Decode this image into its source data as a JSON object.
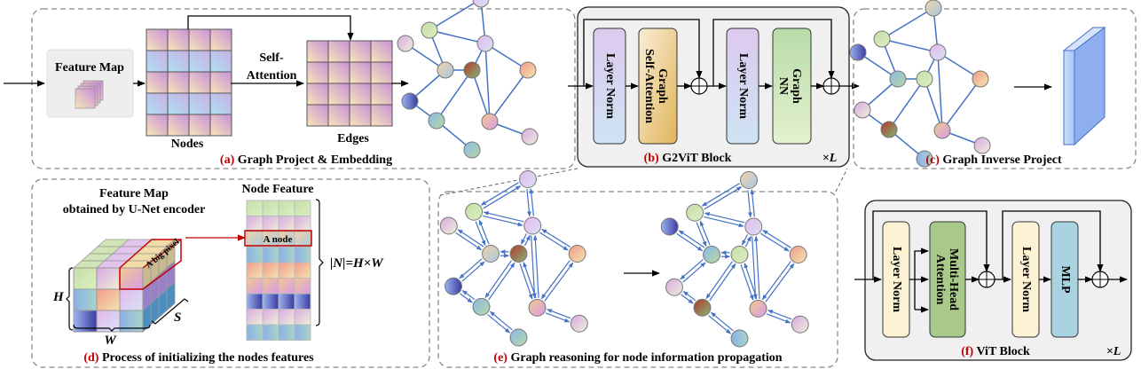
{
  "panels": {
    "a": {
      "letter": "(a)",
      "title": "Graph Project & Embedding",
      "feature_map": "Feature Map",
      "self_attention_1": "Self-",
      "self_attention_2": "Attention",
      "nodes": "Nodes",
      "edges": "Edges"
    },
    "b": {
      "letter": "(b)",
      "title": "G2ViT Block",
      "repeat": "×L",
      "blocks": [
        "Layer Norm",
        "Graph Self-Attention",
        "Layer Norm",
        "Graph NN"
      ],
      "gsa_line1": "Graph",
      "gsa_line2": "Self-Attention",
      "gnn_line1": "Graph",
      "gnn_line2": "NN"
    },
    "c": {
      "letter": "(c)",
      "title": "Graph Inverse Project"
    },
    "d": {
      "letter": "(d)",
      "title": "Process of initializing the nodes features",
      "fm_line1": "Feature Map",
      "fm_line2": "obtained by U-Net encoder",
      "node_feature": "Node Feature",
      "big_pixel": "A big pixel",
      "a_node": "A node",
      "h": "H",
      "w": "W",
      "s": "S",
      "formula": "|N|=H×W"
    },
    "e": {
      "letter": "(e)",
      "title": "Graph reasoning for node information propagation"
    },
    "f": {
      "letter": "(f)",
      "title": "ViT Block",
      "repeat": "×L",
      "blocks": [
        "Layer Norm",
        "Multi-Head Attention",
        "Layer Norm",
        "MLP"
      ],
      "mha_line1": "Multi-Head",
      "mha_line2": "Attention"
    }
  },
  "colors": {
    "accent_red": "#c00000",
    "edge_blue": "#4472c4",
    "dash_gray": "#888888",
    "block_bg": "#f0f0f0"
  }
}
